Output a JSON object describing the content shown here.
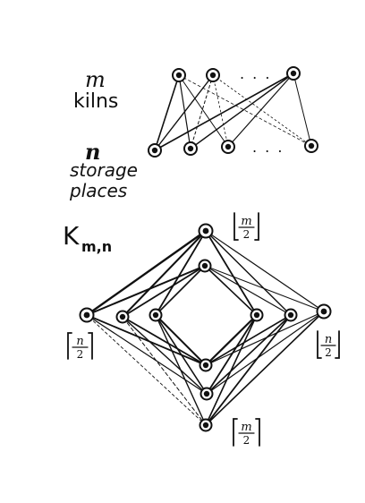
{
  "top_diagram": {
    "m_symbol": "m",
    "kilns_label": "kilns",
    "n_symbol": "n",
    "storage_label_line1": "storage",
    "storage_label_line2": "places",
    "top_ellipsis": ". . .",
    "bottom_ellipsis": ". . ."
  },
  "bottom_diagram": {
    "graph_label_main": "K",
    "graph_label_sub": "m,n",
    "top_vertex_label_num": "m",
    "top_vertex_label_den": "2",
    "bottom_vertex_label_num": "m",
    "bottom_vertex_label_den": "2",
    "left_vertex_label_num": "n",
    "left_vertex_label_den": "2",
    "right_vertex_label_num": "n",
    "right_vertex_label_den": "2"
  }
}
